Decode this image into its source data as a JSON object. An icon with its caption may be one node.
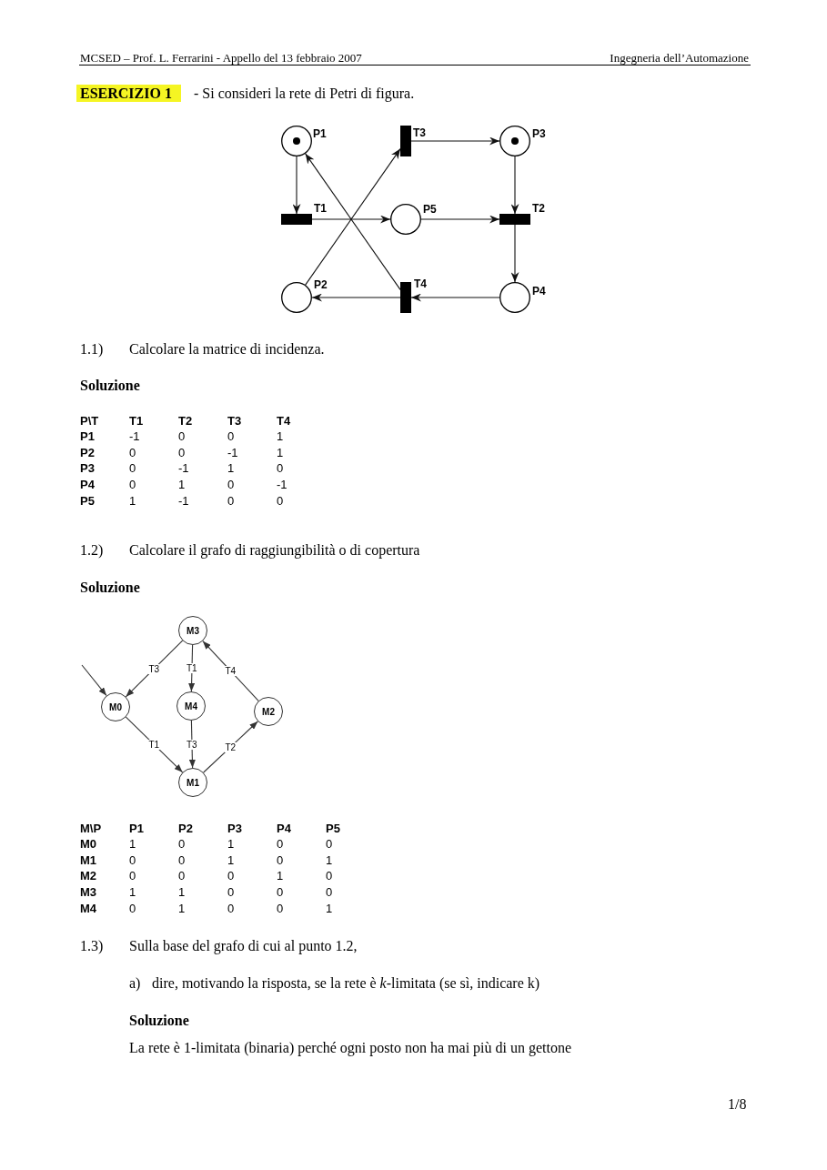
{
  "diagram": {
    "nodes": [
      {
        "text": [
          "P1"
        ]
      },
      {
        "text": [
          "T3"
        ]
      },
      {
        "text": [
          "P3"
        ]
      },
      {
        "text": [
          "T1"
        ]
      },
      {
        "text": [
          "P5"
        ]
      },
      {
        "text": [
          "T2"
        ]
      },
      {
        "text": [
          "P2"
        ]
      },
      {
        "text": [
          "T4"
        ]
      },
      {
        "text": [
          "P4"
        ]
      },
      {
        "text": [
          "M3"
        ]
      },
      {
        "text": [
          "M0"
        ]
      },
      {
        "text": [
          "M4"
        ]
      },
      {
        "text": [
          "M2"
        ]
      },
      {
        "text": [
          "M1"
        ]
      }
    ],
    "edges": [
      {
        "from": 0,
        "to": 3,
        "arrow": "to"
      },
      {
        "from": 3,
        "to": 4,
        "arrow": "to"
      },
      {
        "from": 6,
        "to": 1,
        "arrow": "to"
      },
      {
        "from": 7,
        "to": 0,
        "arrow": "to"
      },
      {
        "from": 1,
        "to": 2,
        "arrow": "to"
      },
      {
        "from": 2,
        "to": 5,
        "arrow": "to"
      },
      {
        "from": 4,
        "to": 5,
        "arrow": "to"
      },
      {
        "from": 5,
        "to": 8,
        "arrow": "to"
      },
      {
        "from": 8,
        "to": 7,
        "arrow": "to"
      },
      {
        "from": 7,
        "to": 6,
        "arrow": "to"
      },
      {
        "from": null,
        "to": 10,
        "arrow": "to"
      },
      {
        "from": 9,
        "to": 10,
        "arrow": "to",
        "label": "T3"
      },
      {
        "from": 9,
        "to": 11,
        "arrow": "to",
        "label": "T1"
      },
      {
        "from": 12,
        "to": 9,
        "arrow": "to",
        "label": "T4"
      },
      {
        "from": 10,
        "to": 13,
        "arrow": "to",
        "label": "T1"
      },
      {
        "from": 11,
        "to": 13,
        "arrow": "to",
        "label": "T3"
      },
      {
        "from": 13,
        "to": 12,
        "arrow": "to",
        "label": "T2"
      }
    ],
    "labels": [
      "MCSED – Prof. L. Ferrarini - Appello del 13 febbraio 2007",
      "Ingegneria dell’Automazione",
      "ESERCIZIO 1",
      "- Si consideri la rete di Petri di figura.",
      "1.1)",
      "Calcolare la matrice di incidenza.",
      "Soluzione",
      "P\\T",
      "T1",
      "T2",
      "T3",
      "T4",
      "P1",
      "-1",
      "0",
      "0",
      "1",
      "P2",
      "0",
      "0",
      "-1",
      "1",
      "P3",
      "0",
      "-1",
      "1",
      "0",
      "P4",
      "0",
      "1",
      "0",
      "-1",
      "P5",
      "1",
      "-1",
      "0",
      "0",
      "1.2)",
      "Calcolare il grafo di raggiungibilità o di copertura",
      "Soluzione",
      "M\\P",
      "P1",
      "P2",
      "P3",
      "P4",
      "P5",
      "M0",
      "1",
      "0",
      "1",
      "0",
      "0",
      "M1",
      "0",
      "0",
      "1",
      "0",
      "1",
      "M2",
      "0",
      "0",
      "0",
      "1",
      "0",
      "M3",
      "1",
      "1",
      "0",
      "0",
      "0",
      "M4",
      "0",
      "1",
      "0",
      "0",
      "1",
      "1.3)",
      "Sulla base del grafo di cui al punto 1.2,",
      "a)",
      "dire, motivando la risposta, se la rete è *k*-limitata (se sì, indicare k)",
      "Soluzione",
      "La rete è 1-limitata (binaria) perché ogni posto non ha mai più di un gettone",
      "1/8"
    ]
  }
}
